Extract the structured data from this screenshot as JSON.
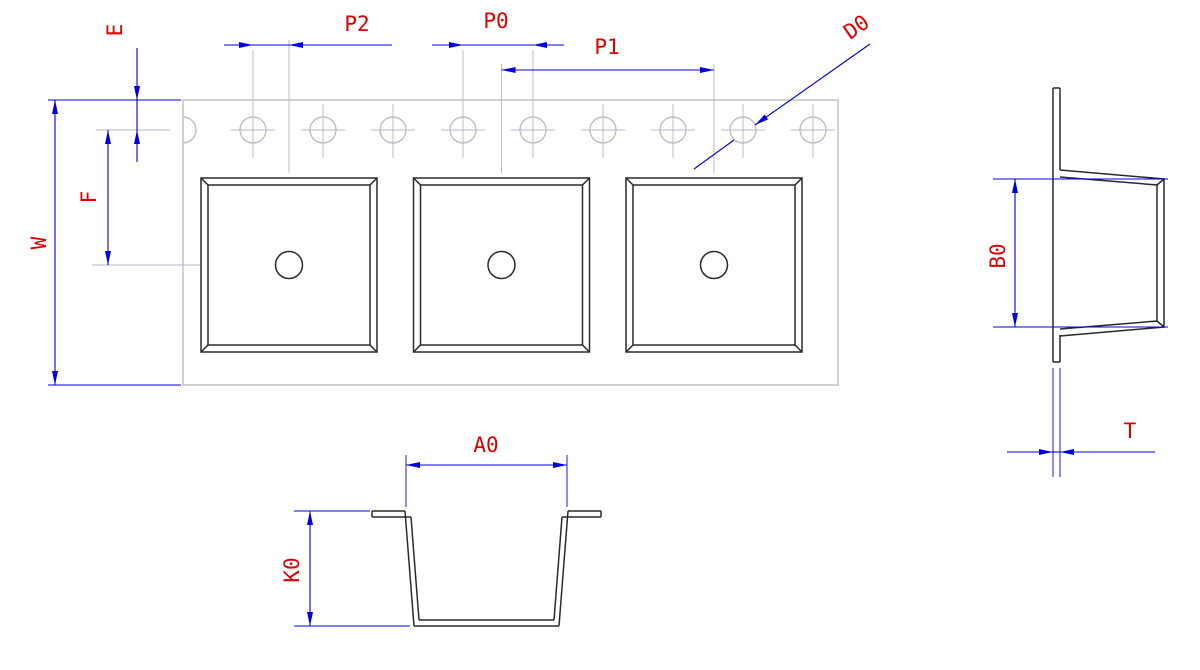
{
  "drawing": {
    "type": "carrier-tape-packaging-dimension-diagram",
    "colors": {
      "dimension_line": "#0000e0",
      "label_text": "#dc0000",
      "tape_outline": "#b5b5b5",
      "centerline": "#b0b6c8",
      "part_outline": "#2a2a2a",
      "background": "#ffffff"
    },
    "views": {
      "tape_top_view": {
        "sprocket_hole_count": 9,
        "pocket_count": 3,
        "labels": {
          "E": "E",
          "F": "F",
          "W": "W",
          "P0": "P0",
          "P1": "P1",
          "P2": "P2",
          "D0": "D0"
        }
      },
      "side_profile_view": {
        "labels": {
          "B0": "B0",
          "T": "T"
        }
      },
      "pocket_section_view": {
        "labels": {
          "A0": "A0",
          "K0": "K0"
        }
      }
    }
  }
}
